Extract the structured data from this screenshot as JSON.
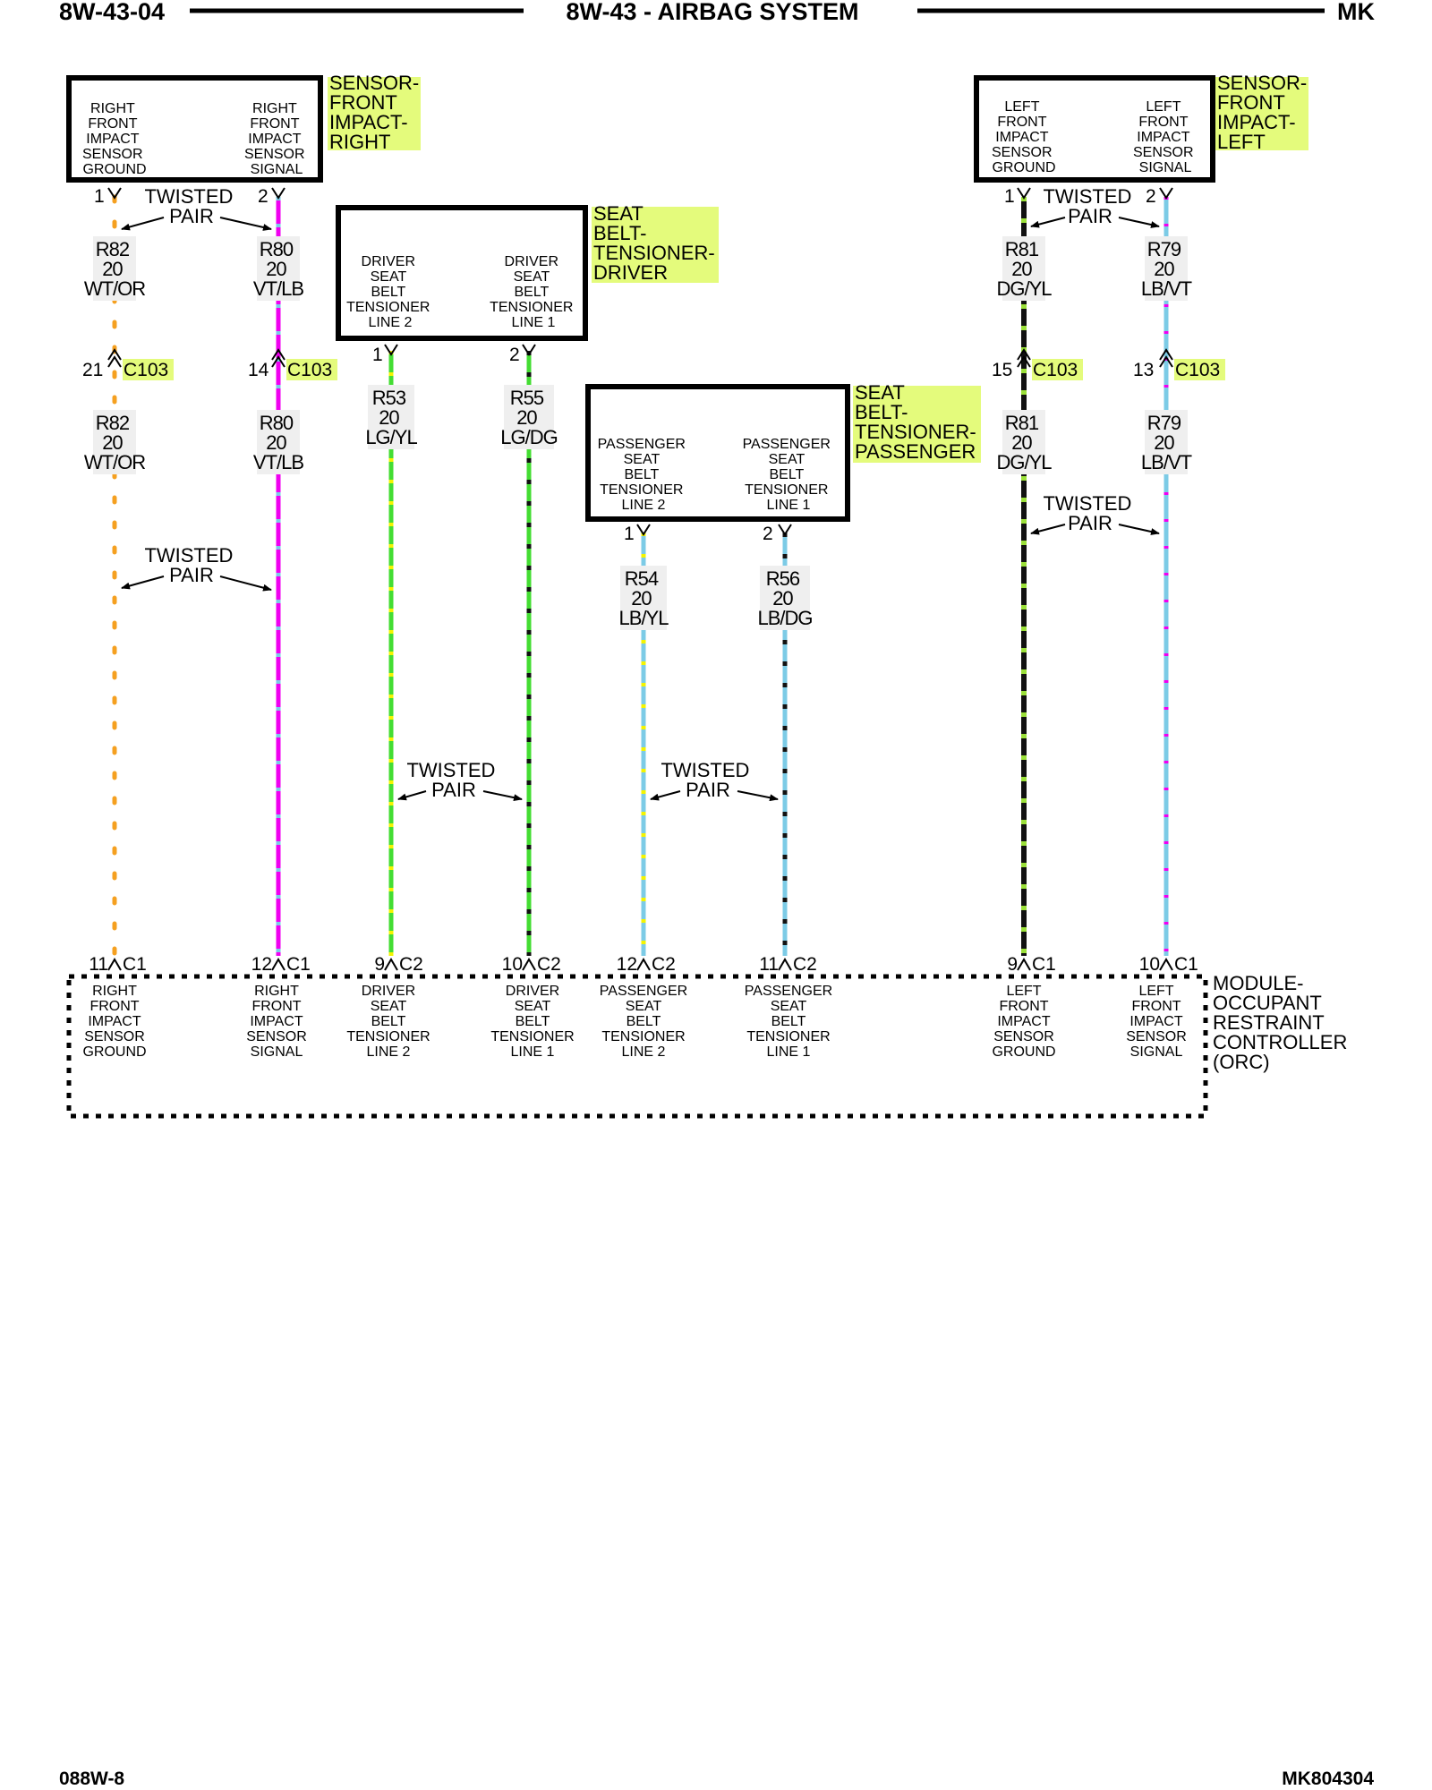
{
  "header": {
    "left": "8W-43-04",
    "center": "8W-43 - AIRBAG SYSTEM",
    "right": "MK"
  },
  "footer": {
    "left": "088W-8",
    "right": "MK804304"
  },
  "components": {
    "rf_sensor": {
      "label": [
        "SENSOR-",
        "FRONT",
        "IMPACT-",
        "RIGHT"
      ],
      "pin1_text": [
        "RIGHT",
        "FRONT",
        "IMPACT",
        "SENSOR",
        "GROUND"
      ],
      "pin2_text": [
        "RIGHT",
        "FRONT",
        "IMPACT",
        "SENSOR",
        "SIGNAL"
      ]
    },
    "lf_sensor": {
      "label": [
        "SENSOR-",
        "FRONT",
        "IMPACT-",
        "LEFT"
      ],
      "pin1_text": [
        "LEFT",
        "FRONT",
        "IMPACT",
        "SENSOR",
        "GROUND"
      ],
      "pin2_text": [
        "LEFT",
        "FRONT",
        "IMPACT",
        "SENSOR",
        "SIGNAL"
      ]
    },
    "drv_tensioner": {
      "label": [
        "SEAT",
        "BELT-",
        "TENSIONER-",
        "DRIVER"
      ],
      "pin1_text": [
        "DRIVER",
        "SEAT",
        "BELT",
        "TENSIONER",
        "LINE 2"
      ],
      "pin2_text": [
        "DRIVER",
        "SEAT",
        "BELT",
        "TENSIONER",
        "LINE 1"
      ]
    },
    "pass_tensioner": {
      "label": [
        "SEAT",
        "BELT-",
        "TENSIONER-",
        "PASSENGER"
      ],
      "pin1_text": [
        "PASSENGER",
        "SEAT",
        "BELT",
        "TENSIONER",
        "LINE 2"
      ],
      "pin2_text": [
        "PASSENGER",
        "SEAT",
        "BELT",
        "TENSIONER",
        "LINE 1"
      ]
    },
    "orc": {
      "label": [
        "MODULE-",
        "OCCUPANT",
        "RESTRAINT",
        "CONTROLLER",
        "(ORC)"
      ],
      "pins": [
        {
          "num": "11",
          "conn": "C1",
          "text": [
            "RIGHT",
            "FRONT",
            "IMPACT",
            "SENSOR",
            "GROUND"
          ]
        },
        {
          "num": "12",
          "conn": "C1",
          "text": [
            "RIGHT",
            "FRONT",
            "IMPACT",
            "SENSOR",
            "SIGNAL"
          ]
        },
        {
          "num": "9",
          "conn": "C2",
          "text": [
            "DRIVER",
            "SEAT",
            "BELT",
            "TENSIONER",
            "LINE 2"
          ]
        },
        {
          "num": "10",
          "conn": "C2",
          "text": [
            "DRIVER",
            "SEAT",
            "BELT",
            "TENSIONER",
            "LINE 1"
          ]
        },
        {
          "num": "12",
          "conn": "C2",
          "text": [
            "PASSENGER",
            "SEAT",
            "BELT",
            "TENSIONER",
            "LINE 2"
          ]
        },
        {
          "num": "11",
          "conn": "C2",
          "text": [
            "PASSENGER",
            "SEAT",
            "BELT",
            "TENSIONER",
            "LINE 1"
          ]
        },
        {
          "num": "9",
          "conn": "C1",
          "text": [
            "LEFT",
            "FRONT",
            "IMPACT",
            "SENSOR",
            "GROUND"
          ]
        },
        {
          "num": "10",
          "conn": "C1",
          "text": [
            "LEFT",
            "FRONT",
            "IMPACT",
            "SENSOR",
            "SIGNAL"
          ]
        }
      ]
    }
  },
  "component_pins": {
    "pin1": "1",
    "pin2": "2"
  },
  "twisted_pair": [
    "TWISTED",
    "PAIR"
  ],
  "inline_connector": {
    "name": "C103"
  },
  "wires": {
    "r82": {
      "circuit": "R82",
      "gauge": "20",
      "color": "WT/OR",
      "c103_pin": "21"
    },
    "r80": {
      "circuit": "R80",
      "gauge": "20",
      "color": "VT/LB",
      "c103_pin": "14"
    },
    "r53": {
      "circuit": "R53",
      "gauge": "20",
      "color": "LG/YL"
    },
    "r55": {
      "circuit": "R55",
      "gauge": "20",
      "color": "LG/DG"
    },
    "r54": {
      "circuit": "R54",
      "gauge": "20",
      "color": "LB/YL"
    },
    "r56": {
      "circuit": "R56",
      "gauge": "20",
      "color": "LB/DG"
    },
    "r81": {
      "circuit": "R81",
      "gauge": "20",
      "color": "DG/YL",
      "c103_pin": "15"
    },
    "r79": {
      "circuit": "R79",
      "gauge": "20",
      "color": "LB/VT",
      "c103_pin": "13"
    }
  },
  "colors": {
    "highlight": "#e4fb7c",
    "orange": "#f5a020",
    "violet": "#f000f0",
    "light_green": "#44dd33",
    "dark_green": "#111111",
    "light_blue": "#7ccbe6",
    "yellow": "#f4f400"
  }
}
